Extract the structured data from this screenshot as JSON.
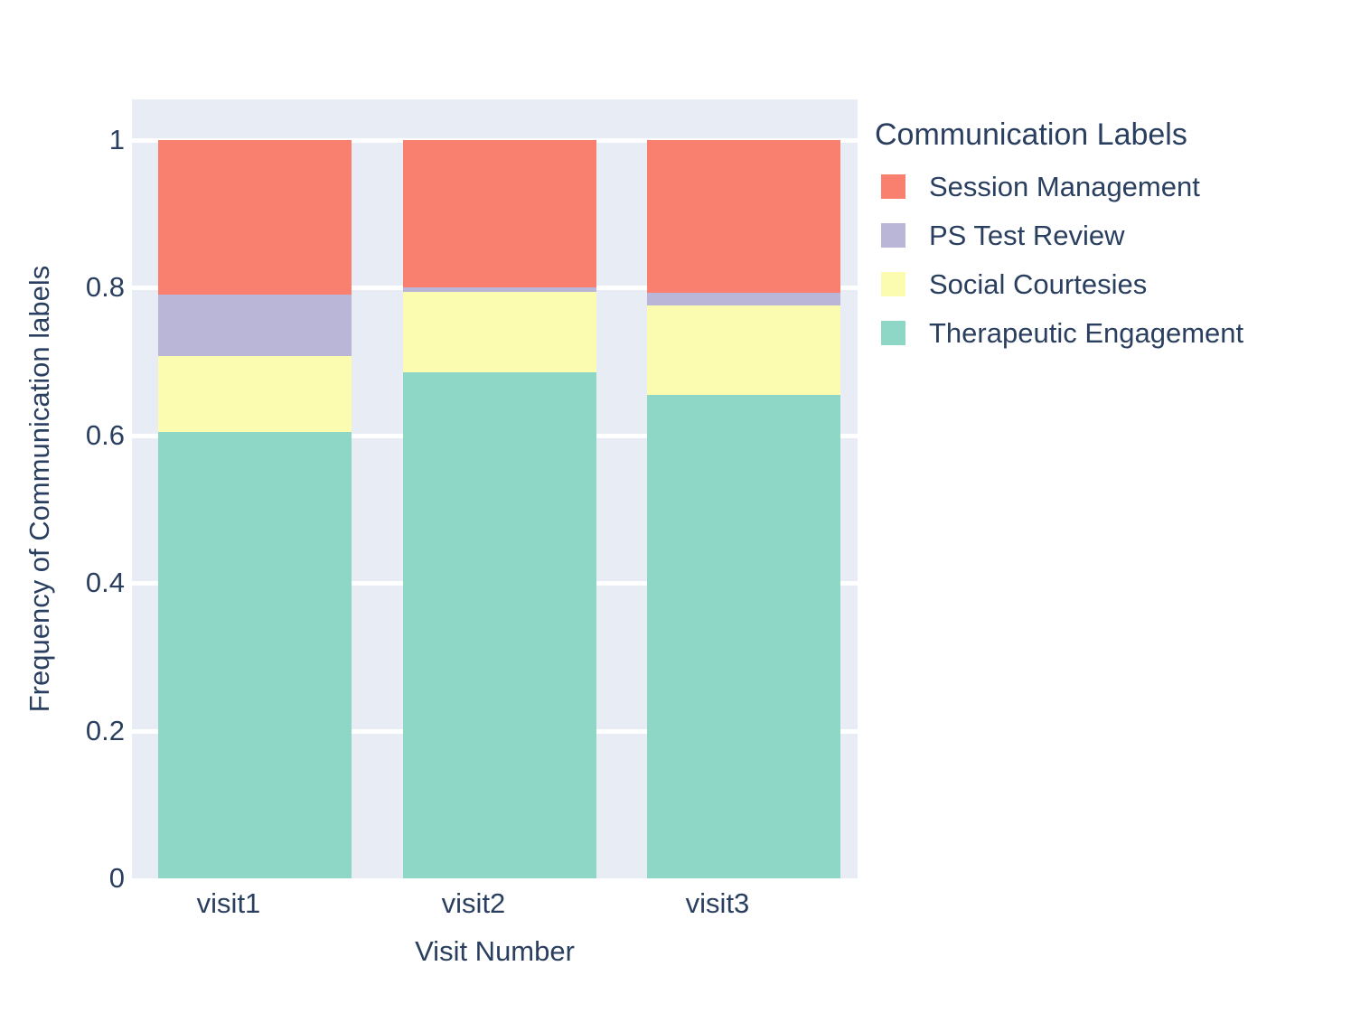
{
  "chart_data": {
    "type": "bar",
    "barmode": "stack",
    "title": "",
    "xlabel": "Visit Number",
    "ylabel": "Frequency of Communication labels",
    "categories": [
      "visit1",
      "visit2",
      "visit3"
    ],
    "xtick_labels": [
      "visit1",
      "visit2",
      "visit3"
    ],
    "ytick_labels": [
      "0",
      "0.2",
      "0.4",
      "0.6",
      "0.8",
      "1"
    ],
    "ytick_values": [
      0,
      0.2,
      0.4,
      0.6,
      0.8,
      1
    ],
    "ylim": [
      0,
      1
    ],
    "grid": true,
    "grid_axis": "y",
    "legend_title": "Communication Labels",
    "legend_position": "right",
    "series": [
      {
        "name": "Session Management",
        "color": "#f97f6e",
        "values": [
          0.209,
          0.2,
          0.207
        ],
        "cumulative_top": [
          1.0,
          1.0,
          1.0
        ]
      },
      {
        "name": "PS Test Review",
        "color": "#b9b6d7",
        "values": [
          0.084,
          0.006,
          0.017
        ],
        "cumulative_top": [
          0.791,
          0.8,
          0.793
        ]
      },
      {
        "name": "Social Courtesies",
        "color": "#fcfcb0",
        "values": [
          0.102,
          0.109,
          0.121
        ],
        "cumulative_top": [
          0.707,
          0.794,
          0.776
        ]
      },
      {
        "name": "Therapeutic Engagement",
        "color": "#8ed6c6",
        "values": [
          0.605,
          0.685,
          0.655
        ],
        "cumulative_top": [
          0.605,
          0.685,
          0.655
        ]
      }
    ]
  },
  "legend": {
    "title": "Communication Labels",
    "items": [
      {
        "label": "Session Management",
        "color": "#f97f6e"
      },
      {
        "label": "PS Test Review",
        "color": "#b9b6d7"
      },
      {
        "label": "Social Courtesies",
        "color": "#fcfcb0"
      },
      {
        "label": "Therapeutic Engagement",
        "color": "#8ed6c6"
      }
    ]
  },
  "axes": {
    "x_title": "Visit Number",
    "y_title": "Frequency of Communication labels",
    "y_ticks": [
      "1",
      "0.8",
      "0.6",
      "0.4",
      "0.2",
      "0"
    ],
    "x_ticks": [
      "visit1",
      "visit2",
      "visit3"
    ]
  },
  "colors": {
    "plot_background": "#e8edf5",
    "paper_background": "#ffffff",
    "text": "#2a3f5f",
    "gridline": "#ffffff"
  }
}
